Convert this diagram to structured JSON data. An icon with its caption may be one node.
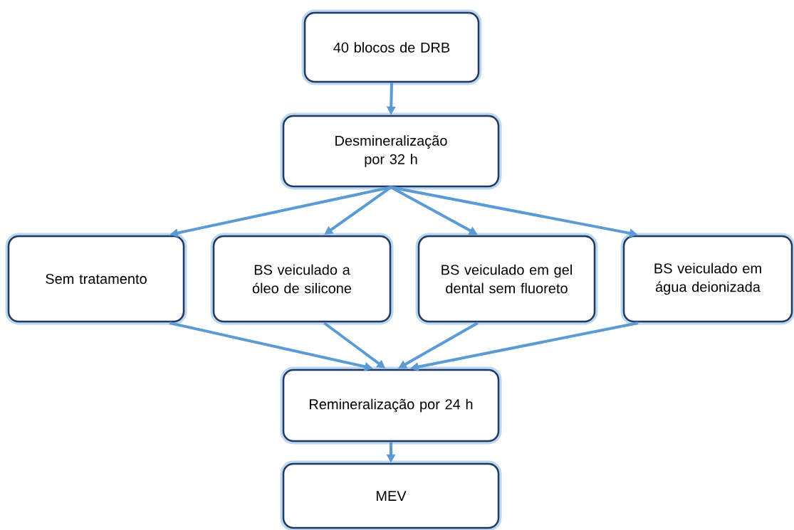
{
  "diagram": {
    "nodes": [
      {
        "text": [
          "40 blocos de DRB"
        ]
      },
      {
        "text": [
          "Desmineralização por 32 h"
        ]
      },
      {
        "text": [
          "Sem tratamento"
        ]
      },
      {
        "text": [
          "BS veiculado a óleo de silicone"
        ]
      },
      {
        "text": [
          "BS veiculado em gel dental sem fluoreto"
        ]
      },
      {
        "text": [
          "BS veiculado em água deionizada"
        ]
      },
      {
        "text": [
          "Remineralização por 24 h"
        ]
      },
      {
        "text": [
          "MEV"
        ]
      }
    ],
    "edges": [
      {
        "from": 0,
        "to": 1,
        "arrow": "to"
      },
      {
        "from": 1,
        "to": 2,
        "arrow": "to"
      },
      {
        "from": 1,
        "to": 3,
        "arrow": "to"
      },
      {
        "from": 1,
        "to": 4,
        "arrow": "to"
      },
      {
        "from": 1,
        "to": 5,
        "arrow": "to"
      },
      {
        "from": 2,
        "to": 6,
        "arrow": "to"
      },
      {
        "from": 3,
        "to": 6,
        "arrow": "to"
      },
      {
        "from": 4,
        "to": 6,
        "arrow": "to"
      },
      {
        "from": 5,
        "to": 6,
        "arrow": "to"
      },
      {
        "from": 6,
        "to": 7,
        "arrow": "to"
      }
    ]
  }
}
